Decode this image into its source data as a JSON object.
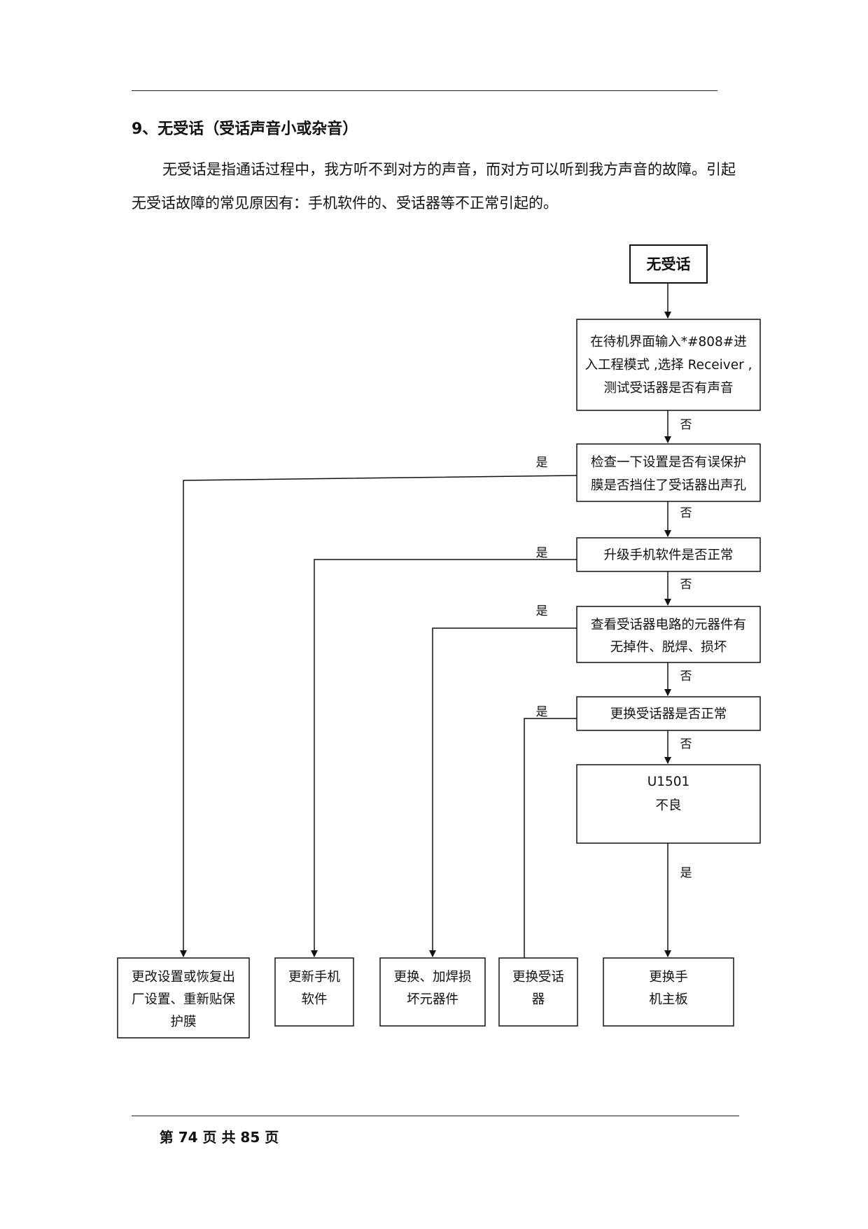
{
  "section": {
    "heading": "9、无受话（受话声音小或杂音）",
    "paragraph": "无受话是指通话过程中，我方听不到对方的声音，而对方可以听到我方声音的故障。引起无受话故障的常见原因有：手机软件的、受话器等不正常引起的。"
  },
  "flowchart": {
    "start": "无受话",
    "steps": [
      [
        "在待机界面输入*#808#进",
        "入工程模式 ,选择 Receiver ,",
        "测试受话器是否有声音"
      ],
      [
        "检查一下设置是否有误保护",
        "膜是否挡住了受话器出声孔"
      ],
      [
        "升级手机软件是否正常"
      ],
      [
        "查看受话器电路的元器件有",
        "无掉件、脱焊、损坏"
      ],
      [
        "更换受话器是否正常"
      ],
      [
        "U1501",
        "不良"
      ]
    ],
    "outcomes": [
      [
        "更改设置或恢复出",
        "厂设置、重新贴保",
        "护膜"
      ],
      [
        "更新手机",
        "软件"
      ],
      [
        "更换、加焊损",
        "坏元器件"
      ],
      [
        "更换受话",
        "器"
      ],
      [
        "更换手",
        "机主板"
      ]
    ],
    "edge_labels": {
      "no": "否",
      "yes": "是"
    }
  },
  "footer": {
    "page_label": "第 74 页 共 85 页"
  }
}
